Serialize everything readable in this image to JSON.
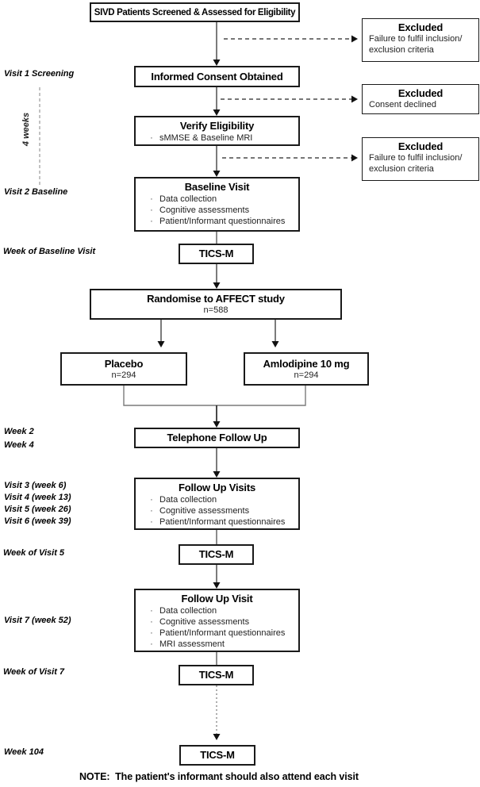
{
  "diagram": {
    "note": "NOTE:  The patient's informant should also attend each visit"
  },
  "boxes": {
    "screened": {
      "title": "SIVD Patients Screened & Assessed for Eligibility"
    },
    "consent": {
      "title": "Informed Consent Obtained"
    },
    "verify": {
      "title": "Verify Eligibility",
      "bullets": [
        "sMMSE & Baseline MRI"
      ]
    },
    "baseline": {
      "title": "Baseline Visit",
      "bullets": [
        "Data collection",
        "Cognitive assessments",
        "Patient/Informant questionnaires"
      ]
    },
    "tics1": {
      "title": "TICS-M"
    },
    "randomise": {
      "title": "Randomise to AFFECT study",
      "subtitle": "n=588"
    },
    "placebo": {
      "title": "Placebo",
      "subtitle": "n=294"
    },
    "amlodipine": {
      "title": "Amlodipine 10 mg",
      "subtitle": "n=294"
    },
    "telephone": {
      "title": "Telephone Follow Up"
    },
    "followup_visits": {
      "title": "Follow Up Visits",
      "bullets": [
        "Data collection",
        "Cognitive assessments",
        "Patient/Informant questionnaires"
      ]
    },
    "tics2": {
      "title": "TICS-M"
    },
    "followup_visit7": {
      "title": "Follow Up Visit",
      "bullets": [
        "Data collection",
        "Cognitive assessments",
        "Patient/Informant questionnaires",
        "MRI assessment"
      ]
    },
    "tics3": {
      "title": "TICS-M"
    },
    "tics4": {
      "title": "TICS-M"
    }
  },
  "excluded_boxes": [
    {
      "title": "Excluded",
      "lines": [
        "Failure to fulfil inclusion/",
        "exclusion criteria"
      ]
    },
    {
      "title": "Excluded",
      "lines": [
        "Consent declined"
      ]
    },
    {
      "title": "Excluded",
      "lines": [
        "Failure to fulfil inclusion/",
        "exclusion criteria"
      ]
    }
  ],
  "side_labels": {
    "visit1": "Visit 1 Screening",
    "four_weeks": "4 weeks",
    "visit2": "Visit 2 Baseline",
    "week_of_baseline": "Week of Baseline Visit",
    "week2": "Week 2",
    "week4": "Week 4",
    "visit3": "Visit 3 (week 6)",
    "visit4": "Visit 4 (week 13)",
    "visit5": "Visit 5 (week 26)",
    "visit6": "Visit 6 (week 39)",
    "week_of_visit5": "Week of Visit 5",
    "visit7": "Visit 7 (week 52)",
    "week_of_visit7": "Week of Visit 7",
    "week104": "Week 104"
  },
  "colors": {
    "box_border": "#1a1a1a",
    "box_fill": "#ffffff",
    "connector": "#5a5a5a",
    "arrowhead": "#111111",
    "text": "#000000"
  }
}
